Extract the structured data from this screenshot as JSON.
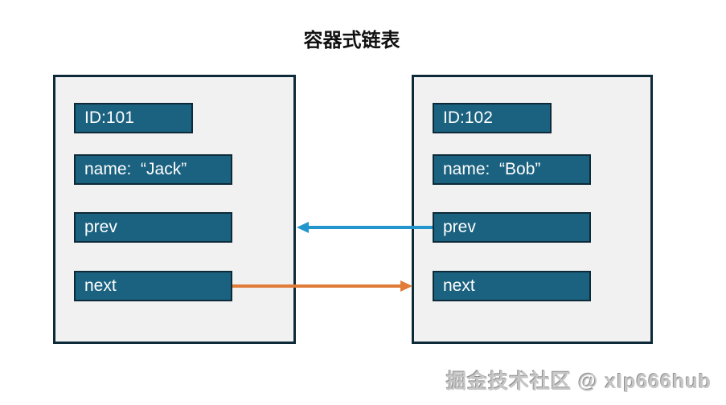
{
  "title": "容器式链表",
  "colors": {
    "container_bg": "#f1f1f2",
    "container_border": "#0d2a38",
    "box_fill": "#1b6280",
    "box_border": "#0d2a38",
    "field_text": "#ffffff",
    "prev_arrow": "#2397cd",
    "next_arrow": "#e07c38"
  },
  "nodes": [
    {
      "fields": {
        "id": "ID:101",
        "name": "name:  “Jack”",
        "prev": "prev",
        "next": "next"
      }
    },
    {
      "fields": {
        "id": "ID:102",
        "name": "name:  “Bob”",
        "prev": "prev",
        "next": "next"
      }
    }
  ],
  "watermark": "掘金技术社区 @ xlp666hub"
}
